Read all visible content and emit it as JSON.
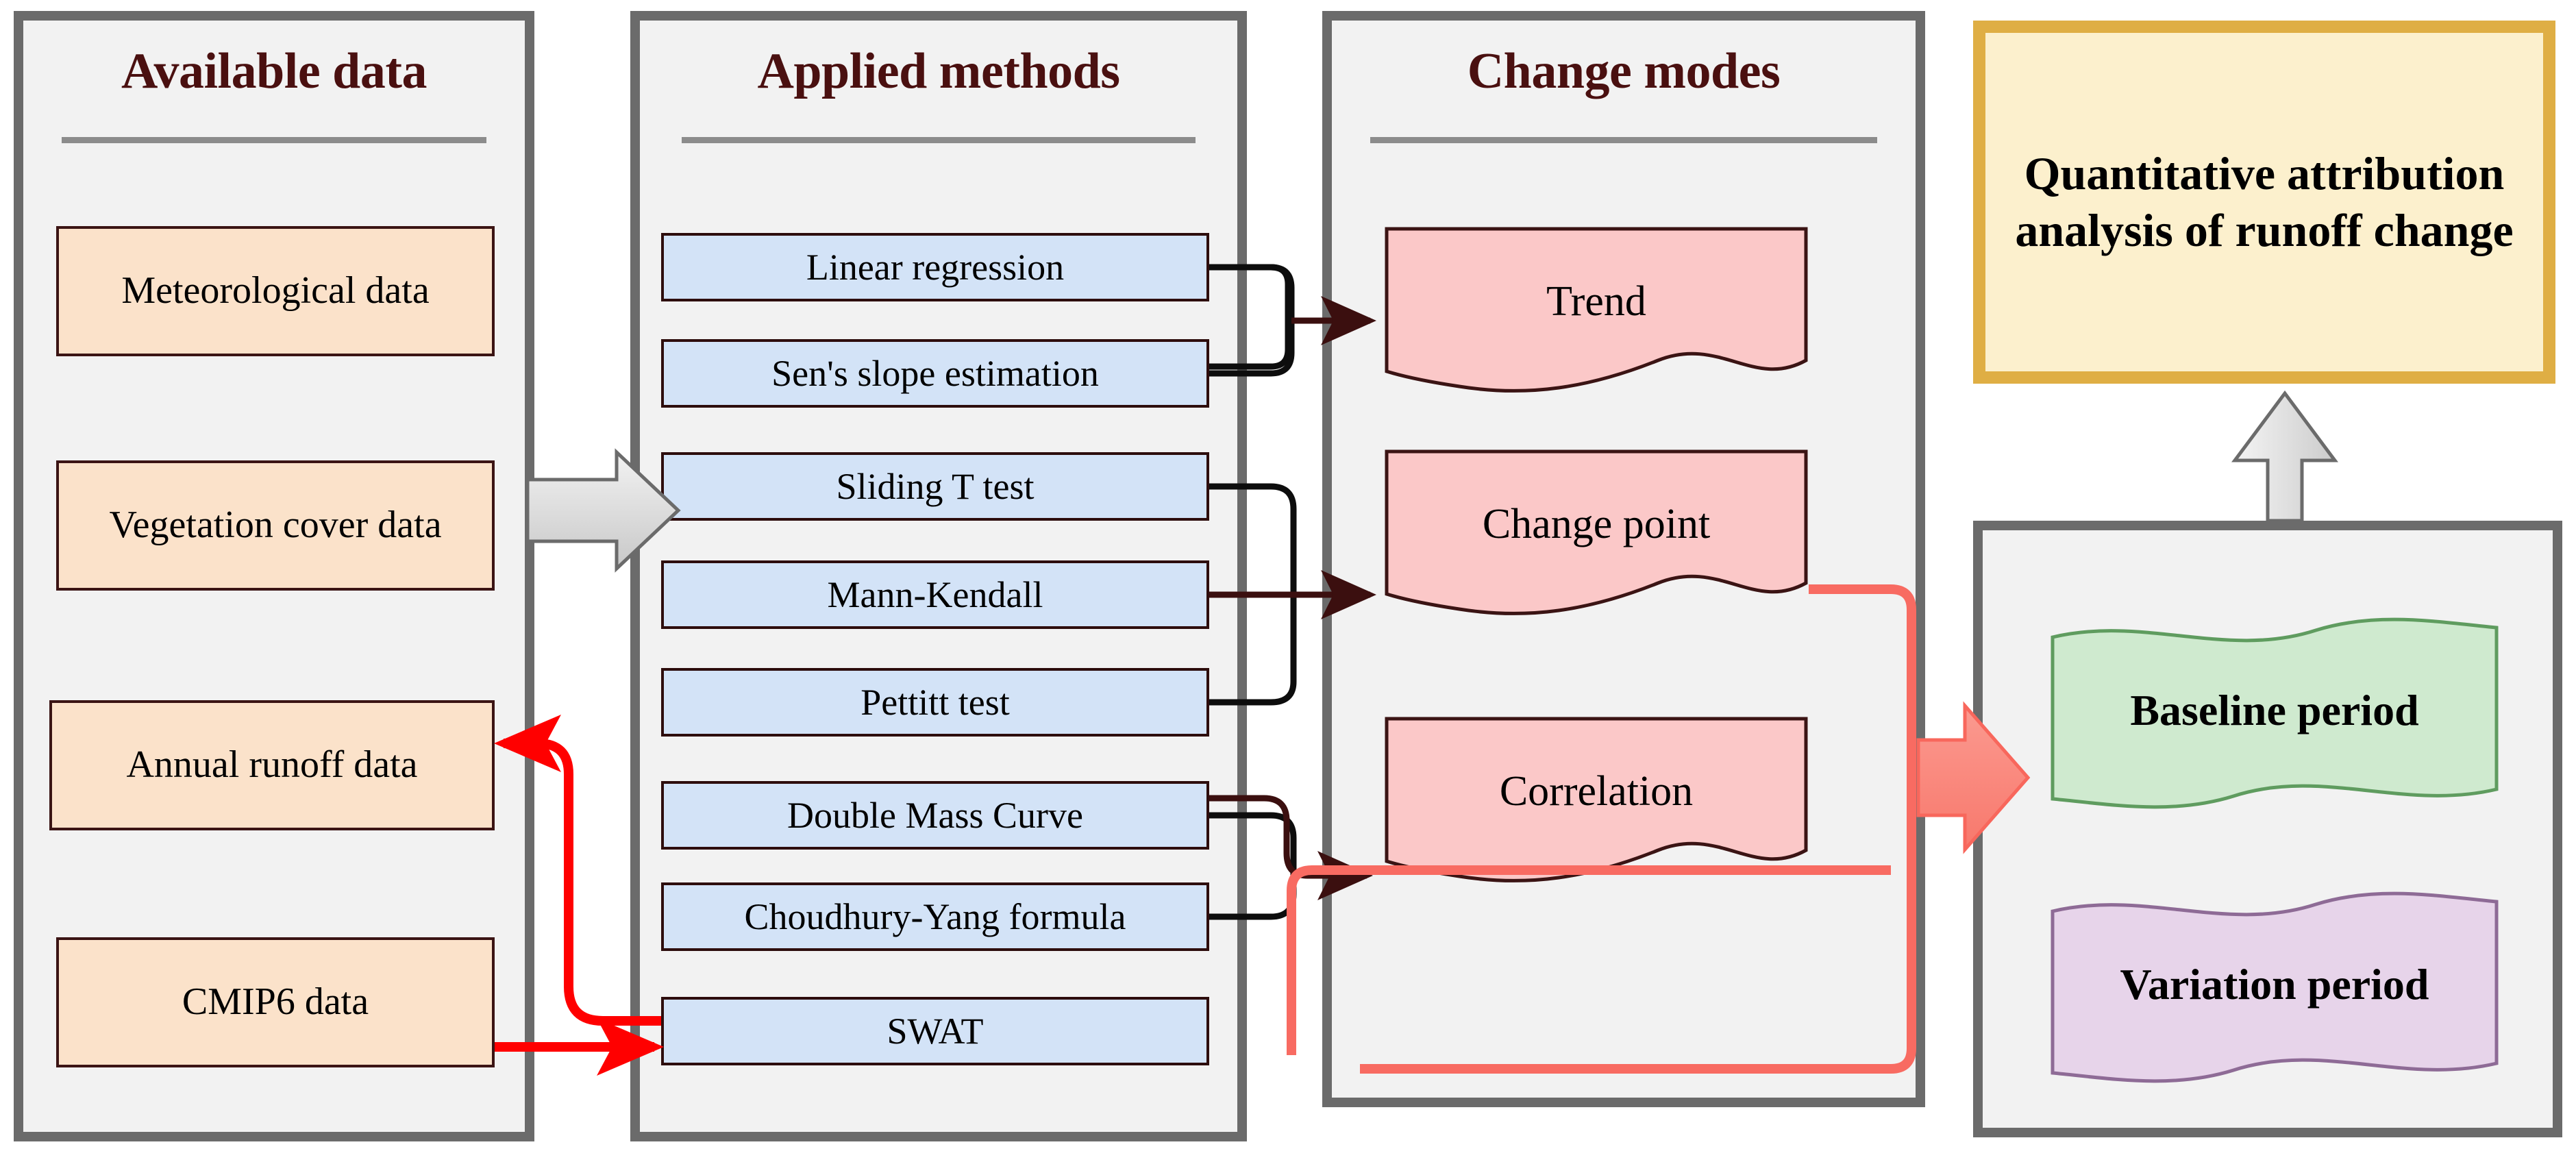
{
  "columns": {
    "available_data": {
      "title": "Available data",
      "items": [
        {
          "label": "Meteorological data"
        },
        {
          "label": "Vegetation cover data"
        },
        {
          "label": "Annual runoff data"
        },
        {
          "label": "CMIP6 data"
        }
      ]
    },
    "applied_methods": {
      "title": "Applied methods",
      "items": [
        {
          "label": "Linear regression"
        },
        {
          "label": "Sen's slope estimation"
        },
        {
          "label": "Sliding T test"
        },
        {
          "label": "Mann-Kendall"
        },
        {
          "label": "Pettitt test"
        },
        {
          "label": "Double Mass Curve"
        },
        {
          "label": "Choudhury-Yang formula"
        },
        {
          "label": "SWAT"
        }
      ]
    },
    "change_modes": {
      "title": "Change modes",
      "items": [
        {
          "label": "Trend"
        },
        {
          "label": "Change point"
        },
        {
          "label": "Correlation"
        }
      ]
    },
    "periods": {
      "items": [
        {
          "label": "Baseline period"
        },
        {
          "label": "Variation period"
        }
      ]
    }
  },
  "goal": {
    "label": "Quantitative attribution analysis of runoff change"
  },
  "icons": {
    "flow_arrow_right": "right-block-arrow-icon",
    "flow_arrow_up": "up-block-arrow-icon",
    "flow_arrow_right_red": "right-block-arrow-red-icon"
  },
  "colors": {
    "panel_border": "#6b6b6b",
    "panel_fill": "#f2f2f2",
    "title_text": "#4a1010",
    "data_box_fill": "#fbe2ca",
    "data_box_border": "#3b1414",
    "method_box_fill": "#d3e3f7",
    "method_box_border": "#2d0d0d",
    "mode_box_fill": "#fbc8c8",
    "mode_box_border": "#3b1414",
    "goal_fill": "#fcf0cd",
    "goal_border": "#dfae44",
    "baseline_fill": "#cfeacf",
    "baseline_border": "#5f9c5f",
    "variation_fill": "#e7d4ea",
    "variation_border": "#8e6b96",
    "connector_black": "#0d0d0d",
    "connector_maroon": "#3b0f0f",
    "feedback_red": "#ff0000",
    "salmon_line": "#f86b62",
    "block_arrow_gray": "#d8d8d8"
  }
}
